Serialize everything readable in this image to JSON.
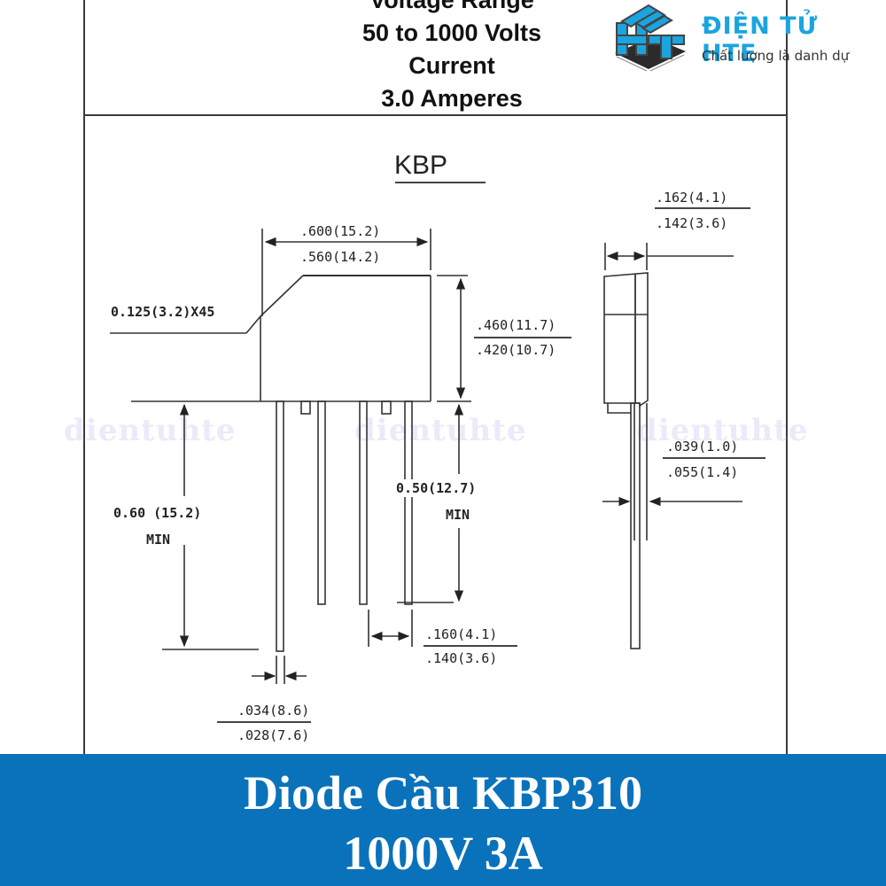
{
  "header": {
    "spec_lines": [
      "Voltage Range",
      "50 to 1000 Volts",
      "Current",
      "3.0 Amperes"
    ]
  },
  "logo": {
    "icon": "hte-chip-logo-icon",
    "title": "ĐIỆN TỬ HTE",
    "tagline": "Chất lượng là danh dự",
    "colors": {
      "brand_blue": "#1aa4e0",
      "dark": "#2b2b2b"
    }
  },
  "drawing": {
    "package_name": "KBP",
    "dimensions": {
      "body_width": {
        "max": ".600(15.2)",
        "min": ".560(14.2)"
      },
      "chamfer": "0.125(3.2)X45",
      "body_height": {
        "max": ".460(11.7)",
        "min": ".420(10.7)"
      },
      "body_thickness": {
        "max": ".162(4.1)",
        "min": ".142(3.6)"
      },
      "lead_thickness": {
        "top": ".039(1.0)",
        "bottom": ".055(1.4)"
      },
      "long_lead_length": {
        "value": "0.60 (15.2)",
        "note": "MIN"
      },
      "short_lead_length": {
        "value": "0.50(12.7)",
        "note": "MIN"
      },
      "lead_pitch": {
        "max": ".160(4.1)",
        "min": ".140(3.6)"
      },
      "lead_width": {
        "max": ".034(8.6)",
        "min": ".028(7.6)"
      }
    },
    "watermark": "dientuhte"
  },
  "banner": {
    "line1": "Diode Cầu KBP310",
    "line2": "1000V 3A",
    "background": "#0a72bb",
    "text_color": "#ffffff"
  }
}
